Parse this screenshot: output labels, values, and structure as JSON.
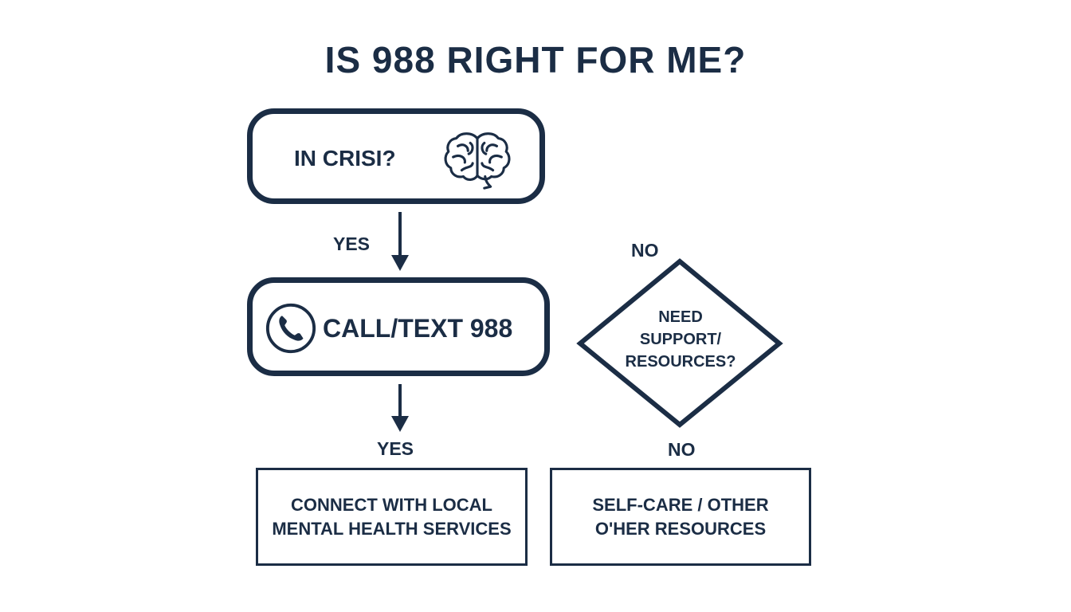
{
  "title": "IS 988 RIGHT FOR ME?",
  "nodes": {
    "crisis": {
      "label": "IN CRISI?",
      "icon": "brain-icon"
    },
    "call": {
      "label": "CALL/TEXT 988",
      "icon": "phone-icon"
    },
    "decision": {
      "line1": "NEED",
      "line2": "SUPPORT/",
      "line3": "RESOURCES?"
    },
    "local": {
      "line1": "CONNECT WITH LOCAL",
      "line2": "MENTAL HEALTH SERVICES"
    },
    "selfcare": {
      "line1": "SELF-CARE / OTHER",
      "line2": "O'HER RESOURCES"
    }
  },
  "edges": {
    "yes_1": "YES",
    "yes_2": "YES",
    "no_1": "NO",
    "no_2": "NO"
  },
  "colors": {
    "ink": "#1b2d45",
    "background": "#ffffff"
  }
}
